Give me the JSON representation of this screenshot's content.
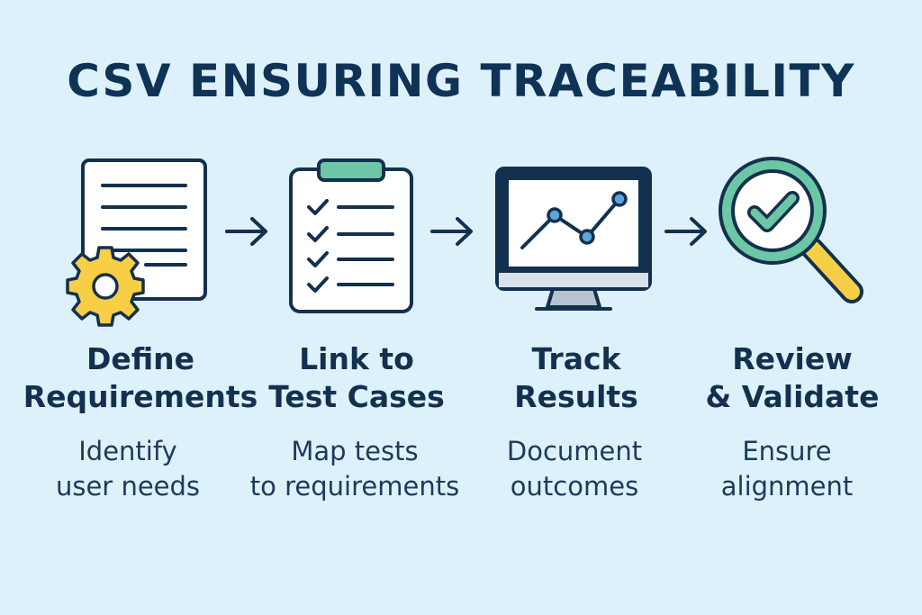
{
  "title": "CSV ENSURING TRACEABILITY",
  "colors": {
    "background": "#dcf1f9",
    "navy": "#14304f",
    "green": "#6cc7a5",
    "yellow": "#f7cf47",
    "blue": "#5ba7dc"
  },
  "steps": [
    {
      "icon": "document-gear-icon",
      "title_line1": "Define",
      "title_line2": "Requirements",
      "desc_line1": "Identify",
      "desc_line2": "user needs"
    },
    {
      "icon": "checklist-clipboard-icon",
      "title_line1": "Link to",
      "title_line2": "Test Cases",
      "desc_line1": "Map tests",
      "desc_line2": "to requirements"
    },
    {
      "icon": "monitor-chart-icon",
      "title_line1": "Track",
      "title_line2": "Results",
      "desc_line1": "Document",
      "desc_line2": "outcomes"
    },
    {
      "icon": "magnifier-check-icon",
      "title_line1": "Review",
      "title_line2": "& Validate",
      "desc_line1": "Ensure",
      "desc_line2": "alignment"
    }
  ],
  "arrows": [
    "right-arrow-icon",
    "right-arrow-icon",
    "right-arrow-icon"
  ]
}
